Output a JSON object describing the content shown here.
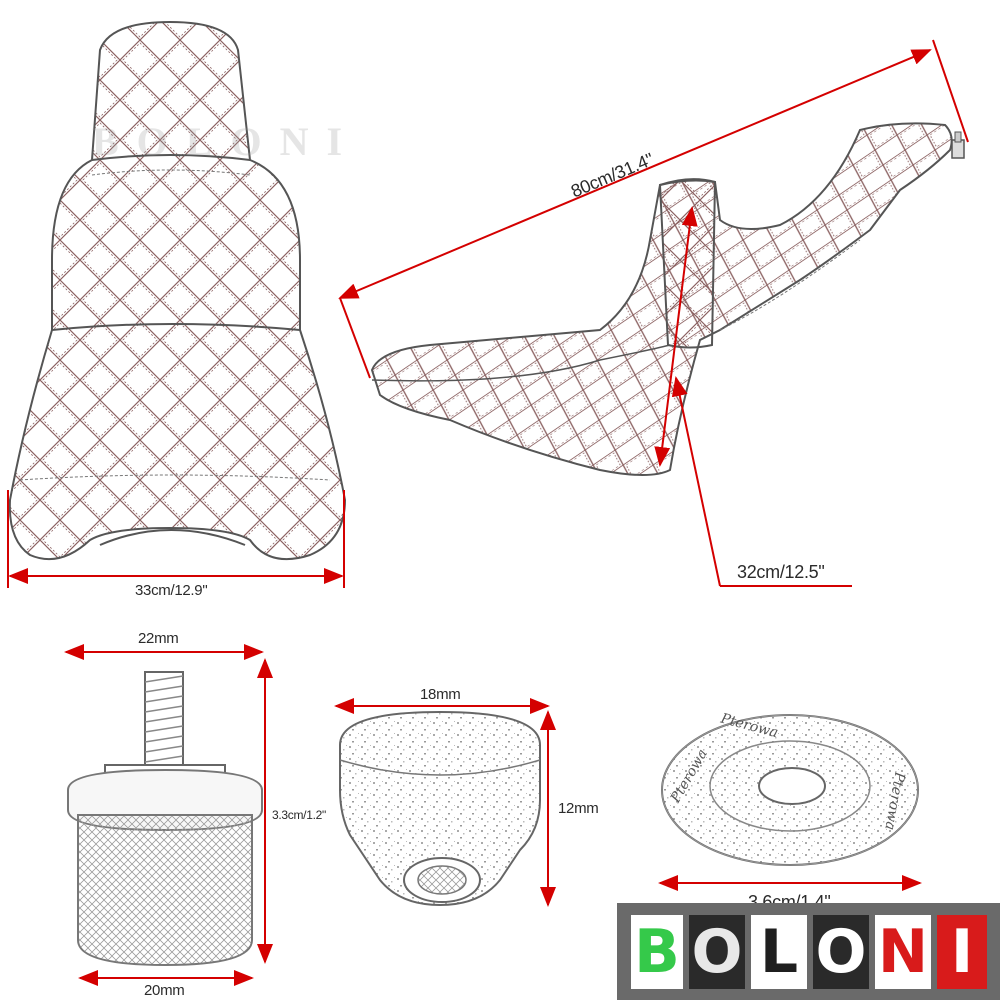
{
  "dimensions": {
    "seat_width": "33cm/12.9\"",
    "seat_length": "80cm/31.4\"",
    "seat_height": "32cm/12.5\"",
    "bolt_width_top": "22mm",
    "bolt_height": "3.3cm/1.2\"",
    "bolt_width_bottom": "20mm",
    "nut_width": "18mm",
    "nut_height": "12mm",
    "washer_diameter": "3.6cm/1.4\""
  },
  "watermark": "BOLONI",
  "washer_stamp": [
    "Pterowa",
    "Pterowa",
    "Pterowa"
  ],
  "logo": {
    "letters": [
      {
        "char": "B",
        "fg": "#35c94a",
        "bg": "#ffffff"
      },
      {
        "char": "O",
        "fg": "#e8e8e8",
        "bg": "#2a2a2a"
      },
      {
        "char": "L",
        "fg": "#1f1f1f",
        "bg": "#ffffff"
      },
      {
        "char": "O",
        "fg": "#ffffff",
        "bg": "#2a2a2a"
      },
      {
        "char": "N",
        "fg": "#d81b1b",
        "bg": "#ffffff"
      },
      {
        "char": "I",
        "fg": "#ffffff",
        "bg": "#d81b1b"
      }
    ]
  },
  "colors": {
    "dimension_line": "#d40000",
    "sketch": "#6b6b6b",
    "stitch": "#9a5a5a"
  }
}
